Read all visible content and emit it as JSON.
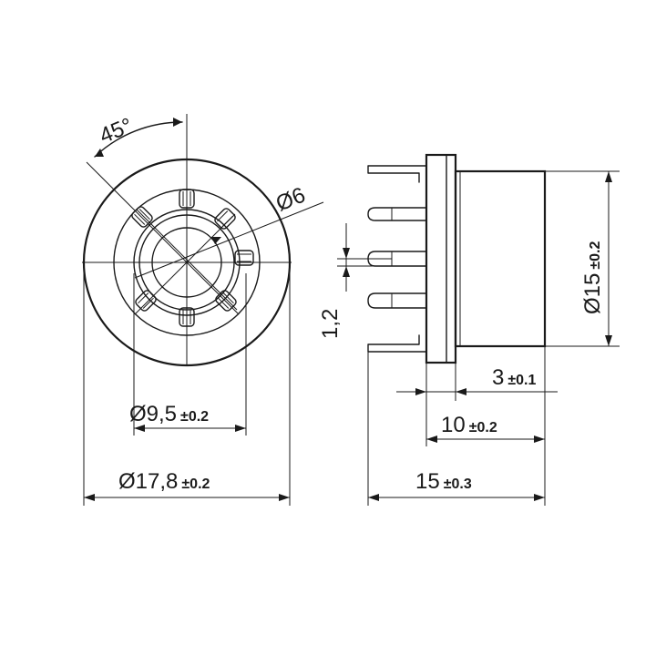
{
  "dimensions": {
    "angle": "45°",
    "center_hole_diameter": "Ø6",
    "pin_circle": {
      "main": "Ø9,5",
      "tol": "±0.2"
    },
    "outer_diameter": {
      "main": "Ø17,8",
      "tol": "±0.2"
    },
    "body_diameter": {
      "main": "Ø15",
      "tol": "±0.2"
    },
    "pin_thickness": "1,2",
    "flange_depth": {
      "main": "3",
      "tol": "±0.1"
    },
    "body_depth": {
      "main": "10",
      "tol": "±0.2"
    },
    "overall_length": {
      "main": "15",
      "tol": "±0.3"
    }
  }
}
